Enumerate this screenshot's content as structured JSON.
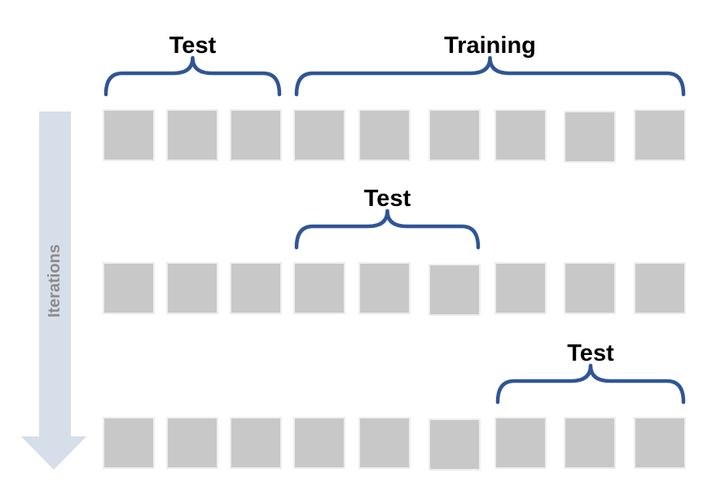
{
  "iterations_label": "Iterations",
  "colors": {
    "brace": "#2f5597",
    "box": "#c8c8c8",
    "box_border": "#eeeeee",
    "arrow": "#d6dee9",
    "arrow_label": "#8c8c8c",
    "label": "#000000"
  },
  "rows": [
    {
      "box_count": 9,
      "braces": [
        {
          "label": "Test",
          "first_box": 0,
          "last_box": 2
        },
        {
          "label": "Training",
          "first_box": 3,
          "last_box": 8
        }
      ]
    },
    {
      "box_count": 9,
      "braces": [
        {
          "label": "Test",
          "first_box": 3,
          "last_box": 5
        }
      ]
    },
    {
      "box_count": 9,
      "braces": [
        {
          "label": "Test",
          "first_box": 6,
          "last_box": 8
        }
      ]
    }
  ]
}
